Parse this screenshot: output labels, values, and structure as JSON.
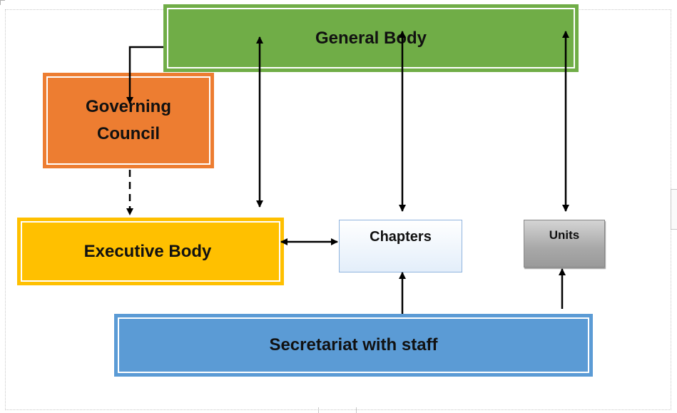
{
  "nodes": {
    "general_body": "General Body",
    "governing_council": "Governing Council",
    "executive_body": "Executive Body",
    "chapters": "Chapters",
    "units": "Units",
    "secretariat": "Secretariat with staff"
  },
  "colors": {
    "general_body": "#70ad47",
    "governing_council": "#ed7d31",
    "executive_body": "#ffc000",
    "secretariat": "#5b9bd5",
    "chapters": "#e3eefa",
    "units": "#a8a8a8",
    "connector": "#000000"
  },
  "edges": [
    {
      "from": "general_body",
      "to": "governing_council",
      "type": "arrow"
    },
    {
      "from": "governing_council",
      "to": "executive_body",
      "type": "dashed-arrow"
    },
    {
      "from": "general_body",
      "to": "executive_body",
      "type": "double-arrow"
    },
    {
      "from": "general_body",
      "to": "chapters",
      "type": "double-arrow"
    },
    {
      "from": "general_body",
      "to": "units",
      "type": "double-arrow"
    },
    {
      "from": "executive_body",
      "to": "chapters",
      "type": "double-arrow"
    },
    {
      "from": "secretariat",
      "to": "chapters",
      "type": "arrow"
    },
    {
      "from": "secretariat",
      "to": "units",
      "type": "arrow"
    }
  ]
}
